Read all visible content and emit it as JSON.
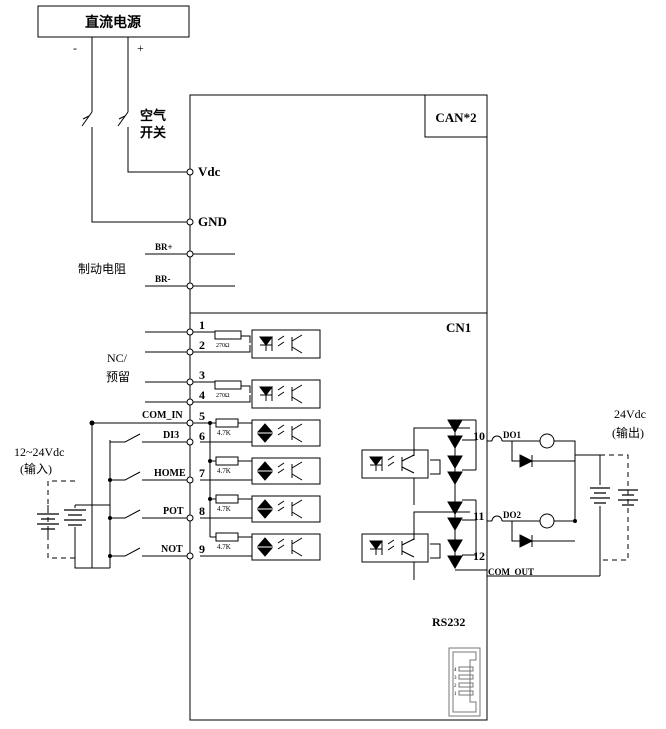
{
  "labels": {
    "dc_power": "直流电源",
    "minus": "-",
    "plus": "+",
    "air_switch_1": "空气",
    "air_switch_2": "开关",
    "can": "CAN*2",
    "vdc": "Vdc",
    "gnd": "GND",
    "br_plus": "BR+",
    "br_minus": "BR-",
    "brake_resistor": "制动电阻",
    "cn1": "CN1",
    "nc": "NC/",
    "reserved": "预留",
    "com_in": "COM_IN",
    "di3": "DI3",
    "home": "HOME",
    "pot": "POT",
    "not": "NOT",
    "input_voltage": "12~24Vdc",
    "input_note": "(输入)",
    "output_voltage": "24Vdc",
    "output_note": "(输出)",
    "do1": "DO1",
    "do2": "DO2",
    "com_out": "COM_OUT",
    "rs232": "RS232"
  },
  "pins": [
    "1",
    "2",
    "3",
    "4",
    "5",
    "6",
    "7",
    "8",
    "9",
    "10",
    "11",
    "12"
  ],
  "resistors": {
    "r270": "270Ω",
    "r47k": "4.7K"
  },
  "rs232_pins": [
    "4",
    "3",
    "2",
    "1"
  ]
}
